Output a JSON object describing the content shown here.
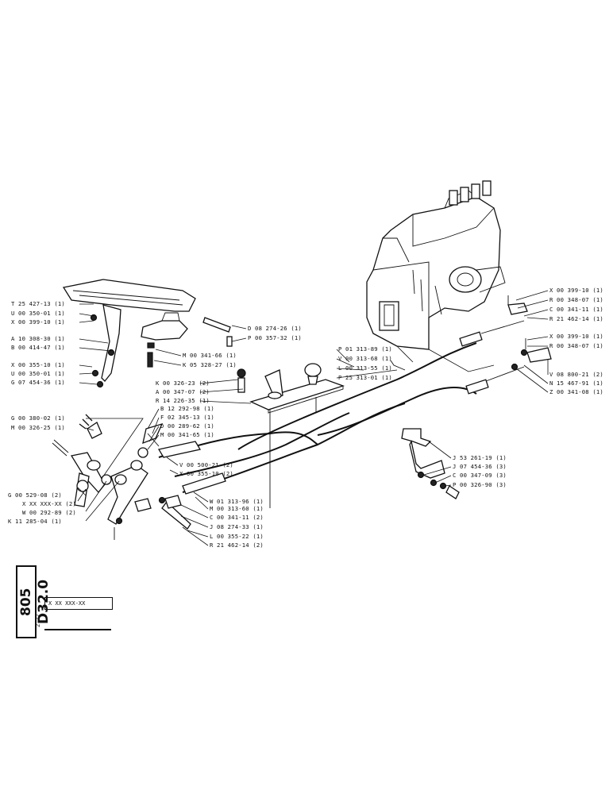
{
  "document": {
    "code": "805 D32.0",
    "date": "2-77",
    "part_placeholder": "X XX XXX-XX"
  },
  "labels_left": [
    "T 25 427-13 (1)",
    "U 00 350-01 (1)",
    "X 00 399-10 (1)",
    "A 10 308-30 (1)",
    "B 00 414-47 (1)",
    "X 00 355-10 (1)",
    "U 00 350-01 (1)",
    "G 07 454-36 (1)",
    "G 00 380-02 (1)",
    "M 00 326-25 (1)",
    "G 00 529-08 (2)",
    "X XX XXX-XX (2)",
    "W 00 292-89 (2)",
    "K 11 285-04 (1)"
  ],
  "labels_center": [
    "M 00 341-66 (1)",
    "K 05 328-27 (1)",
    "D 08 274-26 (1)",
    "P 00 357-32 (1)",
    "K 00 326-23 (2)",
    "A 00 347-07 (2)",
    "R 14 226-35 (1)",
    "B 12 292-98 (1)",
    "F 02 345-13 (1)",
    "D 00 289-62 (1)",
    "M 00 341-65 (1)",
    "V 00 500-21 (2)",
    "X 00 355-10 (2)",
    "W 01 313-96 (1)",
    "M 00 313-60 (1)",
    "C 00 341-11 (2)",
    "J 08 274-33 (1)",
    "L 00 355-22 (1)",
    "R 21 462-14 (2)"
  ],
  "labels_knob": [
    "P 01 313-89 (1)",
    "V 00 313-68 (1)",
    "L 00 313-55 (1)",
    "P 25 313-01 (1)"
  ],
  "labels_right": [
    "X 00 399-10 (1)",
    "R 00 348-07 (1)",
    "C 00 341-11 (1)",
    "R 21 462-14 (1)",
    "X 00 399-10 (1)",
    "R 00 348-07 (1)",
    "V 08 800-21 (2)",
    "N 15 467-91 (1)",
    "Z 00 341-08 (1)"
  ],
  "labels_bracket": [
    "J 53 261-19 (1)",
    "J 07 454-36 (3)",
    "C 00 347-09 (3)",
    "P 00 326-90 (3)"
  ]
}
